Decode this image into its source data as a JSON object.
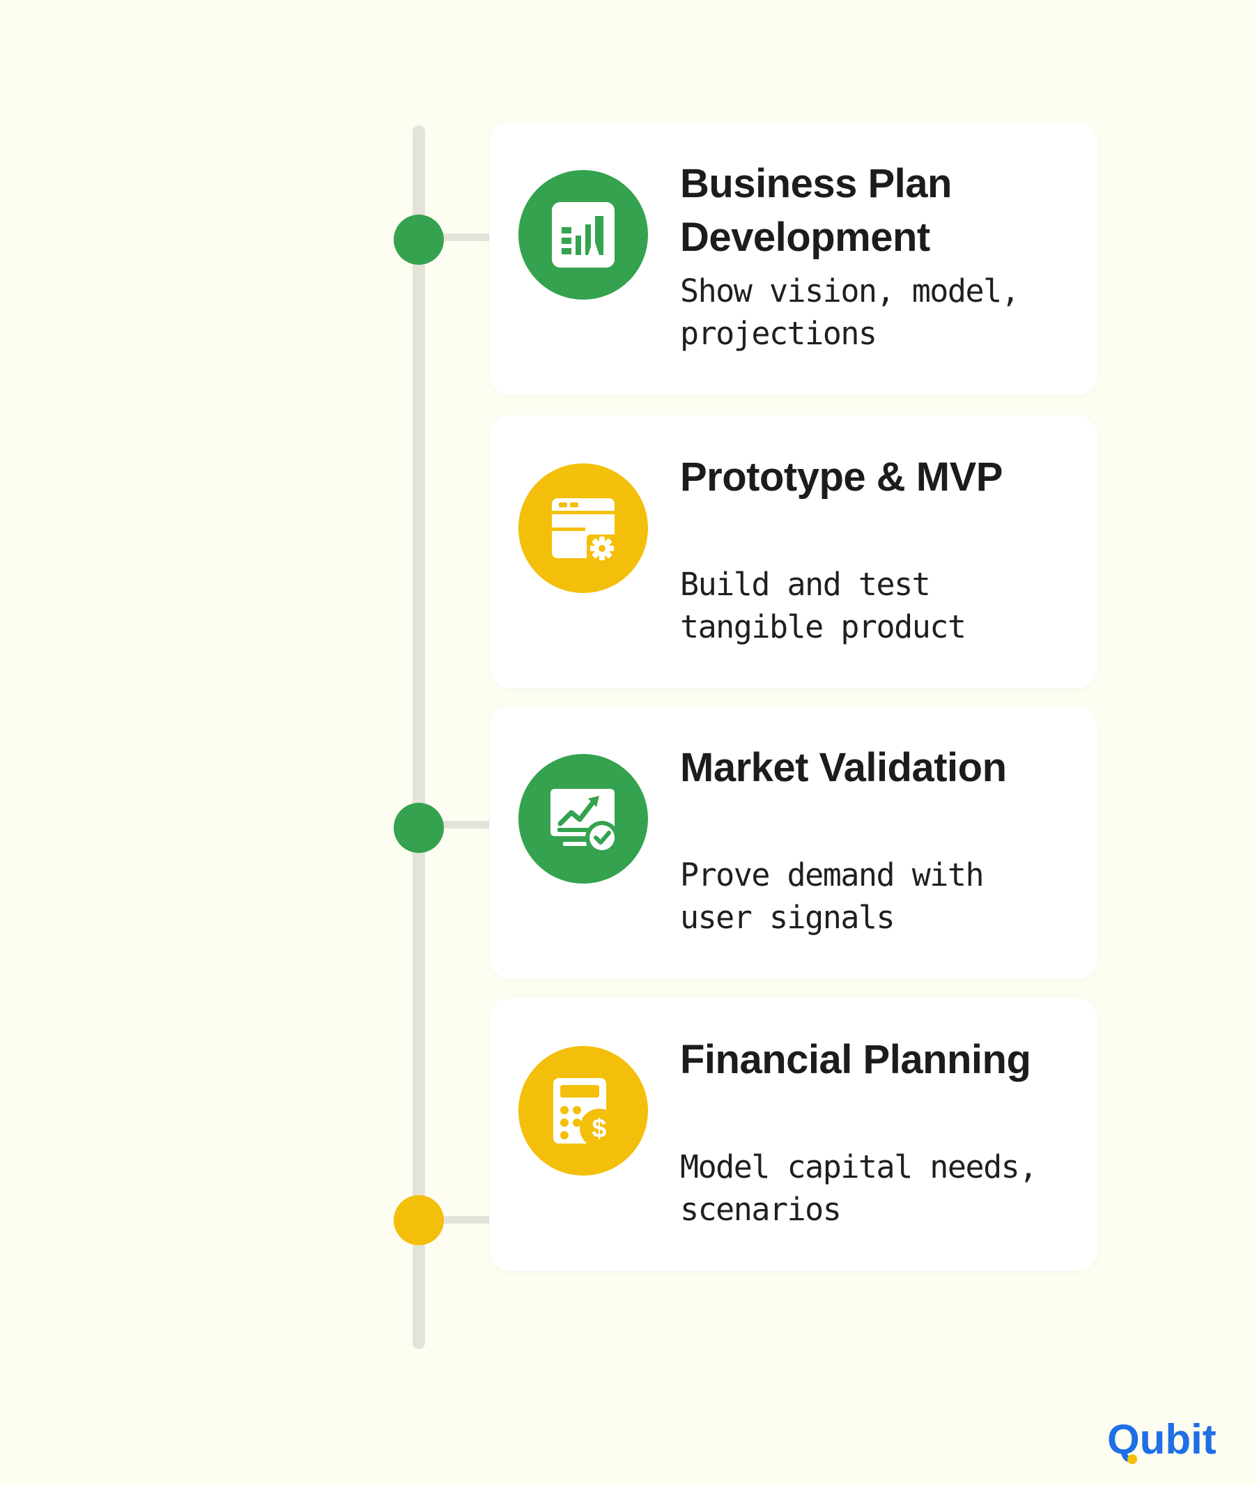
{
  "colors": {
    "background": "#fdfdf1",
    "green": "#34a24e",
    "yellow": "#f4bf0a",
    "line": "#e3e3d9",
    "logo_blue": "#1f6fe5"
  },
  "steps": [
    {
      "title": "Business Plan Development",
      "description": "Show vision, model, projections",
      "color": "green",
      "icon": "document-chart-icon"
    },
    {
      "title": "Prototype & MVP",
      "description": "Build and test tangible product",
      "color": "yellow",
      "icon": "browser-gear-icon"
    },
    {
      "title": "Market Validation",
      "description": "Prove demand with user signals",
      "color": "green",
      "icon": "monitor-chart-check-icon"
    },
    {
      "title": "Financial Planning",
      "description": "Model capital needs, scenarios",
      "color": "yellow",
      "icon": "calculator-dollar-icon"
    }
  ],
  "timeline_nodes": [
    {
      "color": "green"
    },
    {
      "color": "green"
    },
    {
      "color": "yellow"
    }
  ],
  "logo": {
    "text": "Qubit"
  }
}
